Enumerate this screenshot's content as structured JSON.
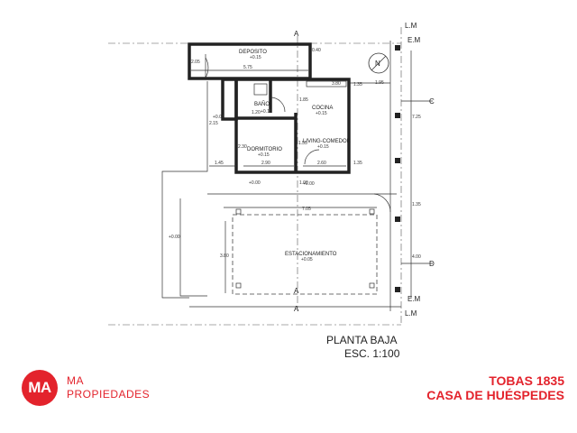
{
  "rooms": {
    "deposito": "DEPOSITO",
    "bano": "BAÑO",
    "cocina": "COCINA",
    "dormitorio": "DORMITORIO",
    "living": "LIVING-COMEDOR",
    "estacionamiento": "ESTACIONAMIENTO"
  },
  "levels": {
    "deposito": "+0.15",
    "bano": "+0.15",
    "cocina": "+0.15",
    "dormitorio": "+0.15",
    "living": "+0.15",
    "estacionamiento": "+0.05",
    "ext1": "+0.00",
    "ext2": "+0.00",
    "ext3": "+0.00",
    "ext4": "+0.00"
  },
  "dims": {
    "d575": "5.75",
    "d040": "0.40",
    "d380": "3.80",
    "d195": "1.95",
    "d185": "1.85",
    "d120": "1.20",
    "d155": "1.55",
    "d290": "2.90",
    "d260": "2.60",
    "d145": "1.45",
    "d135a": "1.35",
    "d135b": "1.35",
    "d230": "2.30",
    "d100": "1.00",
    "d705": "7.05",
    "d380b": "3.80",
    "d725": "7.25",
    "d135c": "1.35",
    "d400": "4.00",
    "d205": "2.05",
    "d215": "2.15"
  },
  "axes": {
    "lm_top": "L.M",
    "em_top": "E.M",
    "em_bottom": "E.M",
    "lm_bottom": "L.M",
    "c": "C",
    "d": "D",
    "a_top": "A",
    "a_mid": "A",
    "a_bottom": "A",
    "north": "N"
  },
  "title": {
    "line1": "PLANTA BAJA",
    "line2": "ESC. 1:100"
  },
  "brand": {
    "logo": "MA",
    "line1": "MA",
    "line2": "PROPIEDADES"
  },
  "project": {
    "line1": "TOBAS 1835",
    "line2": "CASA DE HUÉSPEDES"
  },
  "colors": {
    "accent": "#e3232c"
  }
}
